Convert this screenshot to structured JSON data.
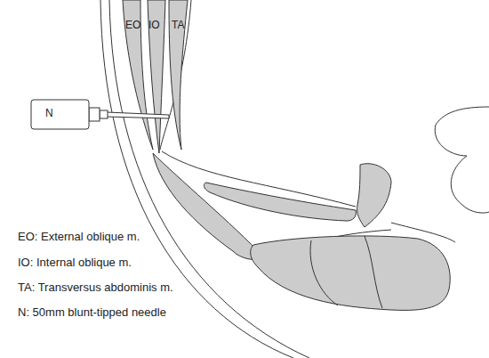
{
  "diagram": {
    "labels": [
      "EO",
      "IO",
      "TA",
      "N",
      "EO: External oblique m.",
      "IO: Internal oblique m.",
      "TA: Transversus abdominis m.",
      "N: 50mm blunt-tipped needle"
    ]
  }
}
